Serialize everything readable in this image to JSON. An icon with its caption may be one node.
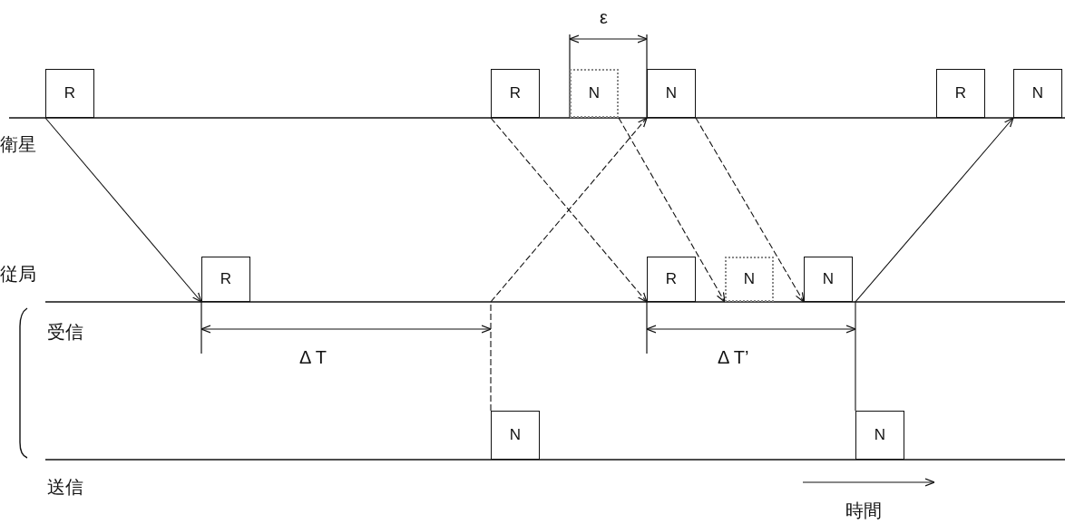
{
  "diagram": {
    "nodes": [
      {
        "text": [
          "R"
        ]
      },
      {
        "text": [
          "R"
        ]
      },
      {
        "text": [
          "N"
        ]
      },
      {
        "text": [
          "N"
        ]
      },
      {
        "text": [
          "R"
        ]
      },
      {
        "text": [
          "N"
        ]
      },
      {
        "text": [
          "R"
        ]
      },
      {
        "text": [
          "R"
        ]
      },
      {
        "text": [
          "N"
        ]
      },
      {
        "text": [
          "N"
        ]
      },
      {
        "text": [
          "N"
        ]
      },
      {
        "text": [
          "N"
        ]
      }
    ],
    "edges": [
      {
        "from": 0,
        "to": 6,
        "arrow": "to"
      },
      {
        "from": 10,
        "to": 3,
        "arrow": "to",
        "style": "dashed"
      },
      {
        "from": 1,
        "to": 7,
        "arrow": "to",
        "style": "dashed"
      },
      {
        "from": 2,
        "to": 8,
        "arrow": "to",
        "style": "dashed"
      },
      {
        "from": 3,
        "to": 9,
        "arrow": "to",
        "style": "dashed"
      },
      {
        "from": 11,
        "to": 5,
        "arrow": "to"
      }
    ],
    "labels": [
      "ε",
      "衛星",
      "従局",
      "受信",
      "Δ T",
      "Δ T’",
      "送信",
      "時間"
    ]
  }
}
